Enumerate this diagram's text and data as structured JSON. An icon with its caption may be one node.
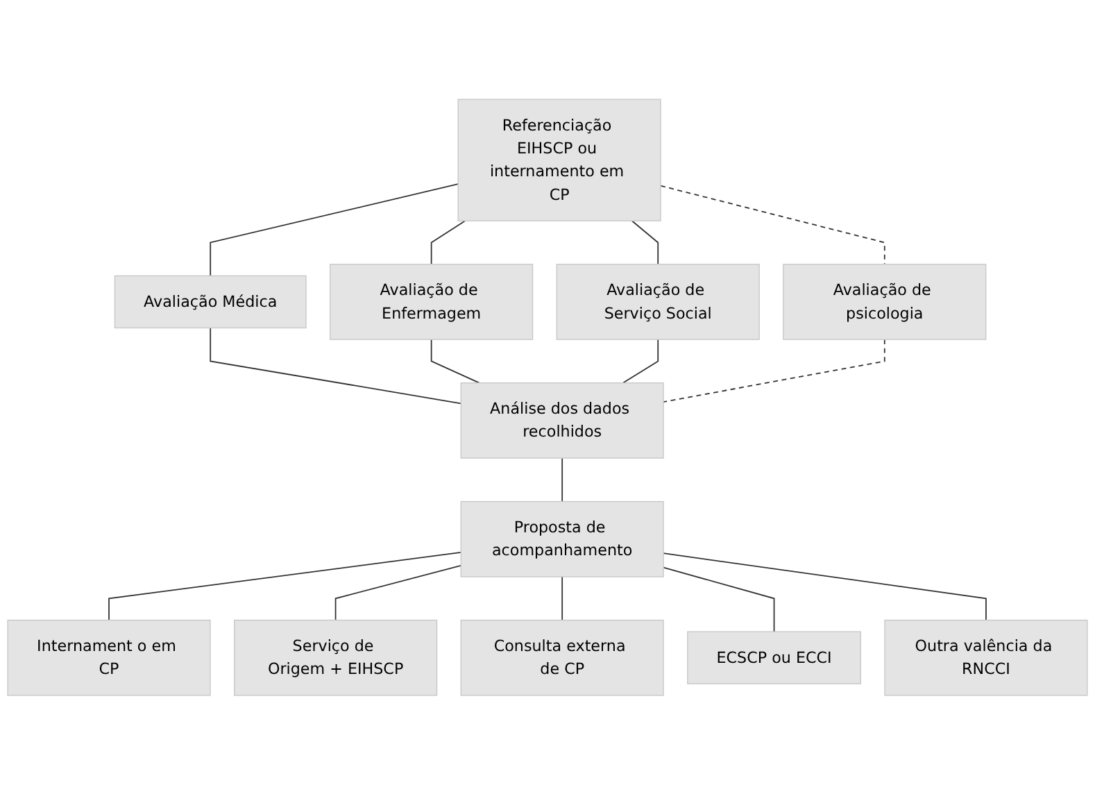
{
  "diagram": {
    "nodes": [
      {
        "text": [
          "Referenciação EIHSCP ou internamento em CP"
        ]
      },
      {
        "text": [
          "Avaliação Médica"
        ]
      },
      {
        "text": [
          "Avaliação de Enfermagem"
        ]
      },
      {
        "text": [
          "Avaliação de Serviço Social"
        ]
      },
      {
        "text": [
          "Avaliação de psicologia"
        ]
      },
      {
        "text": [
          "Análise dos dados recolhidos"
        ]
      },
      {
        "text": [
          "Proposta de acompanhamento"
        ]
      },
      {
        "text": [
          "Internament o em CP"
        ]
      },
      {
        "text": [
          "Serviço de Origem + EIHSCP"
        ]
      },
      {
        "text": [
          "Consulta externa de CP"
        ]
      },
      {
        "text": [
          "ECSCP ou ECCI"
        ]
      },
      {
        "text": [
          "Outra valência da RNCCI"
        ]
      }
    ],
    "edges": [
      {
        "from": 0,
        "to": 1,
        "arrow": "none"
      },
      {
        "from": 0,
        "to": 2,
        "arrow": "none"
      },
      {
        "from": 0,
        "to": 3,
        "arrow": "none"
      },
      {
        "from": 0,
        "to": 4,
        "arrow": "none",
        "style": "dashed"
      },
      {
        "from": 1,
        "to": 5,
        "arrow": "none"
      },
      {
        "from": 2,
        "to": 5,
        "arrow": "none"
      },
      {
        "from": 3,
        "to": 5,
        "arrow": "none"
      },
      {
        "from": 4,
        "to": 5,
        "arrow": "none",
        "style": "dashed"
      },
      {
        "from": 5,
        "to": 6,
        "arrow": "none"
      },
      {
        "from": 6,
        "to": 7,
        "arrow": "none"
      },
      {
        "from": 6,
        "to": 8,
        "arrow": "none"
      },
      {
        "from": 6,
        "to": 9,
        "arrow": "none"
      },
      {
        "from": 6,
        "to": 10,
        "arrow": "none"
      },
      {
        "from": 6,
        "to": 11,
        "arrow": "none"
      }
    ]
  }
}
